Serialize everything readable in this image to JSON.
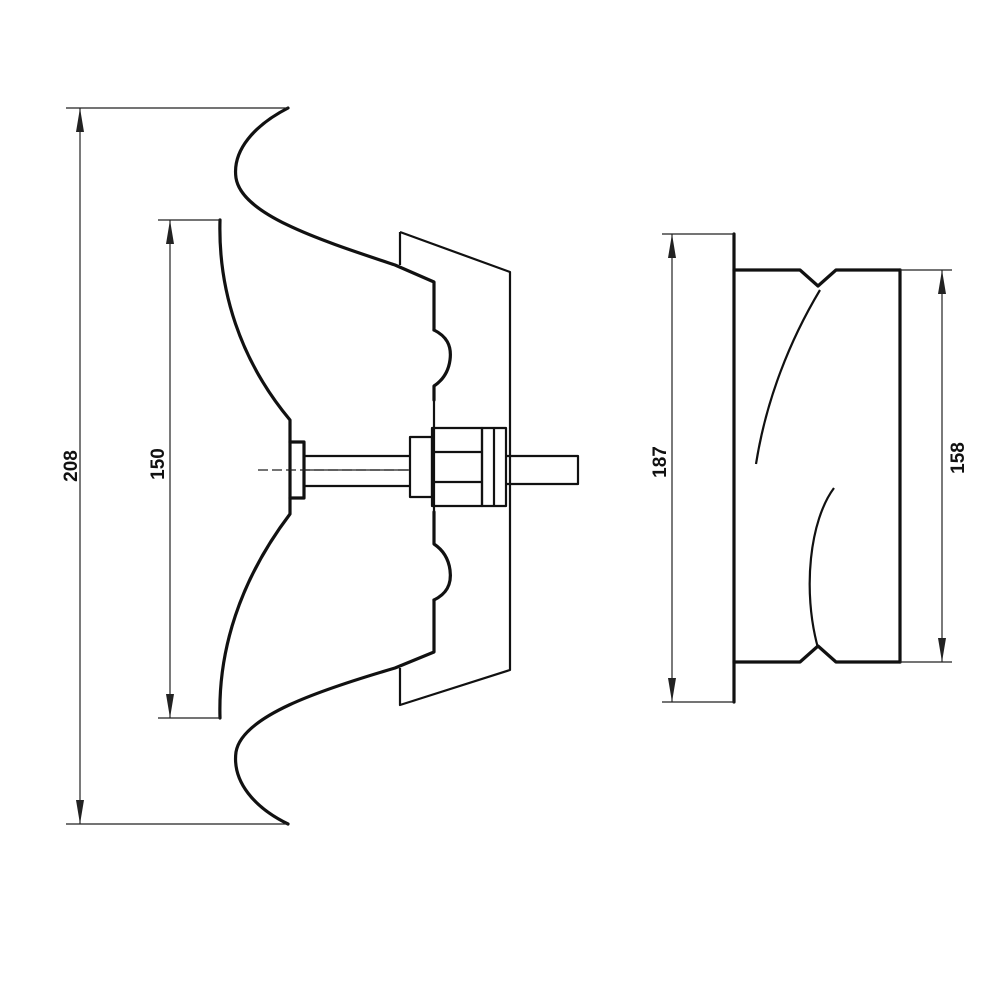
{
  "dimensions": {
    "overall_height": "208",
    "inner_height": "150",
    "side_outer_height": "187",
    "side_inner_height": "158"
  },
  "colors": {
    "line": "#111111",
    "background": "#ffffff"
  }
}
